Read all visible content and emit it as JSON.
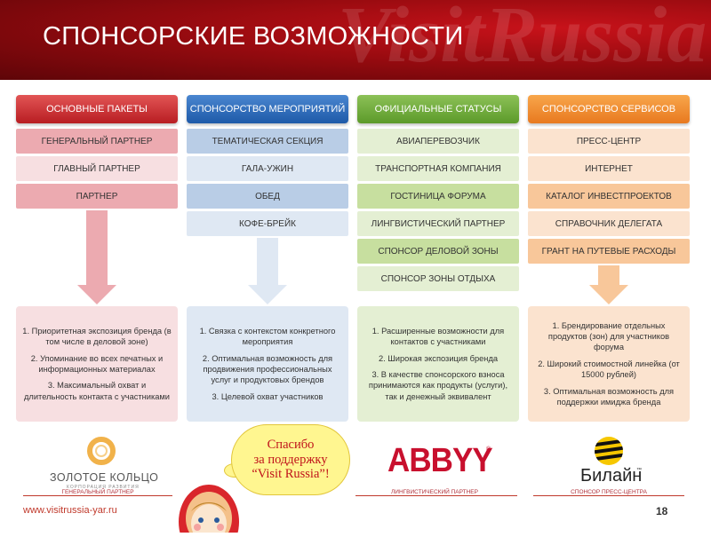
{
  "header": {
    "title": "СПОНСОРСКИЕ ВОЗМОЖНОСТИ",
    "watermark": "VisitRussia"
  },
  "columns": [
    {
      "header": "ОСНОВНЫЕ ПАКЕТЫ",
      "items": [
        "ГЕНЕРАЛЬНЫЙ ПАРТНЕР",
        "ГЛАВНЫЙ ПАРТНЕР",
        "ПАРТНЕР"
      ],
      "benefits": [
        "1. Приоритетная экспозиция бренда (в том числе в деловой зоне)",
        "2. Упоминание во всех печатных и информационных материалах",
        "3. Максимальный охват и длительность контакта с участниками"
      ]
    },
    {
      "header": "СПОНСОРСТВО МЕРОПРИЯТИЙ",
      "items": [
        "ТЕМАТИЧЕСКАЯ СЕКЦИЯ",
        "ГАЛА-УЖИН",
        "ОБЕД",
        "КОФЕ-БРЕЙК"
      ],
      "benefits": [
        "1. Связка с контекстом конкретного мероприятия",
        "2. Оптимальная возможность для продвижения профессиональных услуг и продуктовых брендов",
        "3. Целевой охват участников"
      ]
    },
    {
      "header": "ОФИЦИАЛЬНЫЕ СТАТУСЫ",
      "items": [
        "АВИАПЕРЕВОЗЧИК",
        "ТРАНСПОРТНАЯ КОМПАНИЯ",
        "ГОСТИНИЦА ФОРУМА",
        "ЛИНГВИСТИЧЕСКИЙ ПАРТНЕР",
        "СПОНСОР ДЕЛОВОЙ ЗОНЫ",
        "СПОНСОР ЗОНЫ ОТДЫХА"
      ],
      "benefits": [
        "1. Расширенные возможности для контактов с участниками",
        "2. Широкая экспозиция бренда",
        "3. В качестве спонсорского взноса принимаются как продукты (услуги), так и денежный эквивалент"
      ]
    },
    {
      "header": "СПОНСОРСТВО СЕРВИСОВ",
      "items": [
        "ПРЕСС-ЦЕНТР",
        "ИНТЕРНЕТ",
        "КАТАЛОГ ИНВЕСТПРОЕКТОВ",
        "СПРАВОЧНИК ДЕЛЕГАТА",
        "ГРАНТ НА ПУТЕВЫЕ РАСХОДЫ"
      ],
      "benefits": [
        "1. Брендирование отдельных продуктов (зон) для участников форума",
        "2. Широкий стоимостной линейка (от 15000 рублей)",
        "3. Оптимальная возможность для поддержки имиджа бренда"
      ]
    }
  ],
  "sponsors": [
    {
      "logo_text": "ЗОЛОТОЕ КОЛЬЦО",
      "logo_subtext": "КОРПОРАЦИЯ РАЗВИТИЯ",
      "caption": "ГЕНЕРАЛЬНЫЙ ПАРТНЕР"
    },
    {
      "logo_text": "ABBYY",
      "caption": "ЛИНГВИСТИЧЕСКИЙ ПАРТНЕР"
    },
    {
      "logo_text": "Билайн",
      "caption": "СПОНСОР ПРЕСС-ЦЕНТРА"
    }
  ],
  "bubble": {
    "line1": "Спасибо",
    "line2": "за поддержку",
    "line3": "“Visit Russia”!"
  },
  "footer": {
    "url": "www.visitrussia-yar.ru",
    "page": "18"
  },
  "colors": {
    "red": "#c0392b",
    "blue": "#1e5aa8",
    "green": "#5c9a2a",
    "orange": "#e8791f"
  }
}
